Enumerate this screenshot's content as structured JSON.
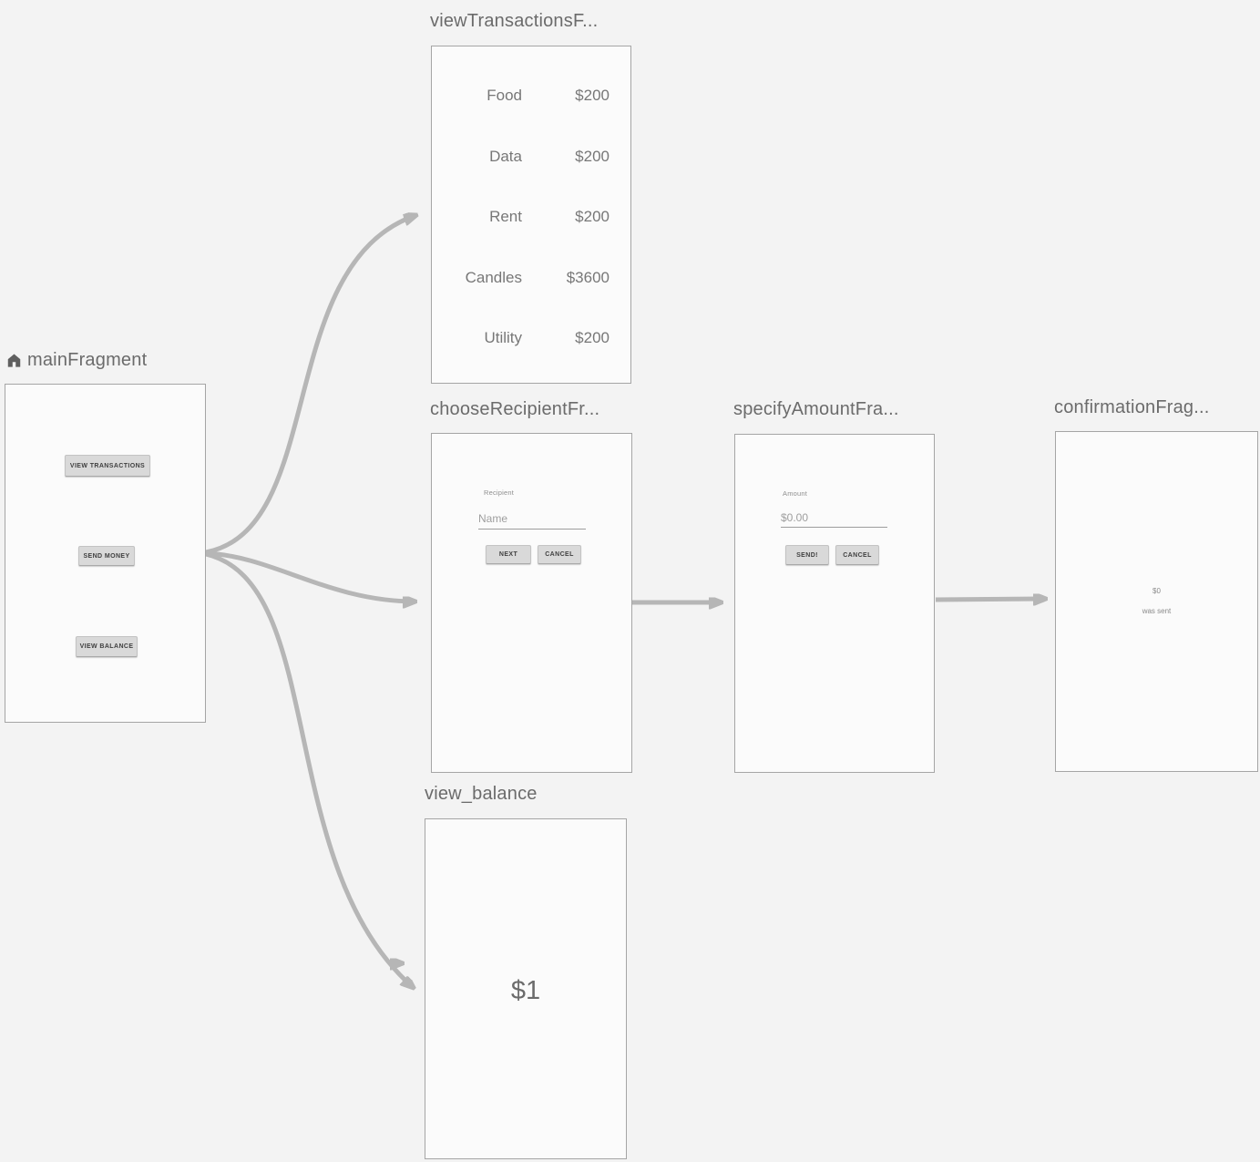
{
  "colors": {
    "canvas_bg": "#f3f3f3",
    "card_bg": "#fbfbfb",
    "card_border": "#a5a5a5",
    "arrow": "#b6b6b6",
    "title_text": "#6b6b6b",
    "preview_text": "#777777",
    "button_bg": "#d9d9d9"
  },
  "icons": {
    "home": "home-icon"
  },
  "fragments": {
    "main": {
      "title": "mainFragment",
      "buttons": {
        "view_transactions": "VIEW TRANSACTIONS",
        "send_money": "SEND MONEY",
        "view_balance": "VIEW BALANCE"
      }
    },
    "view_transactions": {
      "title": "viewTransactionsF...",
      "rows": [
        {
          "label": "Food",
          "amount": "$200"
        },
        {
          "label": "Data",
          "amount": "$200"
        },
        {
          "label": "Rent",
          "amount": "$200"
        },
        {
          "label": "Candles",
          "amount": "$3600"
        },
        {
          "label": "Utility",
          "amount": "$200"
        }
      ]
    },
    "choose_recipient": {
      "title": "chooseRecipientFr...",
      "field_label": "Recipient",
      "field_value": "Name",
      "next_label": "NEXT",
      "cancel_label": "CANCEL"
    },
    "specify_amount": {
      "title": "specifyAmountFra...",
      "field_label": "Amount",
      "field_value": "$0.00",
      "send_label": "SEND!",
      "cancel_label": "CANCEL"
    },
    "confirmation": {
      "title": "confirmationFrag...",
      "amount": "$0",
      "message": "was sent"
    },
    "view_balance": {
      "title": "view_balance",
      "balance": "$1"
    }
  }
}
